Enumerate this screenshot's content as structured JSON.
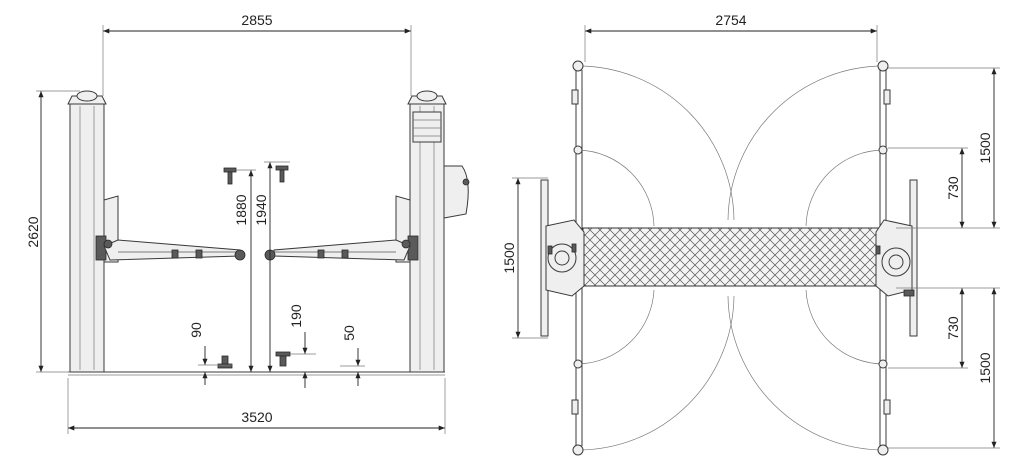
{
  "side_view": {
    "dims": {
      "top_width": "2855",
      "overall_height": "2620",
      "lift_height_a": "1880",
      "lift_height_b": "1940",
      "pad_a": "90",
      "pad_b": "190",
      "pad_c": "50",
      "base_width": "3520"
    }
  },
  "top_view": {
    "dims": {
      "column_spacing": "2754",
      "left_arm": "1500",
      "right_outer_top": "1500",
      "right_inner_top": "730",
      "right_inner_bottom": "730",
      "right_outer_bottom": "1500"
    }
  },
  "colors": {
    "line": "#3a3a3a",
    "background": "#ffffff"
  }
}
